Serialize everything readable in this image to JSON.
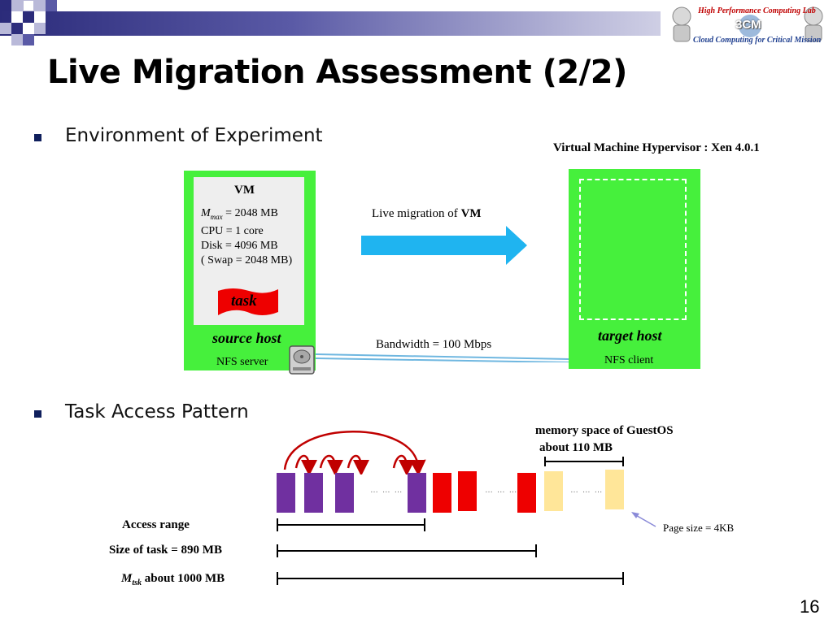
{
  "slide": {
    "title": "Live Migration Assessment (2/2)",
    "page_number": "16",
    "logo": {
      "line1": "High Performance Computing Lab",
      "line2": "3CM",
      "line3": "Cloud Computing for Critical Mission"
    }
  },
  "bullets": [
    {
      "text": "Environment of Experiment"
    },
    {
      "text": "Task Access Pattern"
    }
  ],
  "experiment": {
    "hypervisor": "Virtual Machine Hypervisor : Xen 4.0.1",
    "vm_label": "VM",
    "vm_specs": {
      "mmax_symbol": "M",
      "mmax_sub": "max",
      "mmax_value": " = 2048 MB",
      "cpu": "CPU  = 1 core",
      "disk": "Disk = 4096 MB",
      "swap": "( Swap = 2048 MB)"
    },
    "task_label": "task",
    "source_host": "source host",
    "source_role": "NFS server",
    "target_host": "target host",
    "target_role": "NFS client",
    "migration_prefix": "Live migration of ",
    "migration_vm": "VM",
    "bandwidth": "Bandwidth = 100 Mbps"
  },
  "access_pattern": {
    "memory_label_1": "memory space of GuestOS",
    "memory_label_2": "about 110 MB",
    "page_size": "Page size = 4KB",
    "access_range": "Access range",
    "task_size": "Size of  task = 890 MB",
    "mtsk_symbol": "M",
    "mtsk_sub": "tsk",
    "mtsk_value": " about 1000 MB",
    "dots": "… … …"
  },
  "colors": {
    "host_green": "#46f03c",
    "arrow_blue": "#1fb4f0",
    "page_purple": "#7030a0",
    "page_red": "#ee0000",
    "page_cream": "#ffe699",
    "arc_red": "#c00000"
  }
}
